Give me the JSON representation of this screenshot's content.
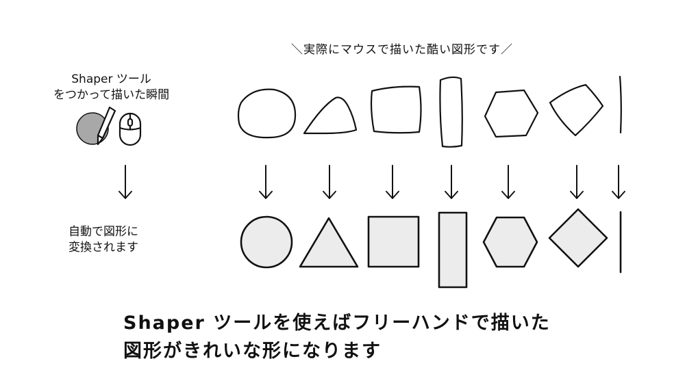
{
  "caption": "＼実際にマウスで描いた酷い図形です／",
  "before_label": "Shaper ツール\nをつかって描いた瞬間",
  "after_label": "自動で図形に\n変換されます",
  "footer": "Shaper ツールを使えばフリーハンドで描いた\n図形がきれいな形になります",
  "icons": [
    "circle-pencil-icon",
    "mouse-icon"
  ],
  "shapes": [
    "circle",
    "triangle",
    "square",
    "rectangle",
    "hexagon",
    "diamond",
    "line"
  ],
  "colors": {
    "stroke": "#111111",
    "fill": "#ececec",
    "icon_fill": "#a8a8a8"
  }
}
